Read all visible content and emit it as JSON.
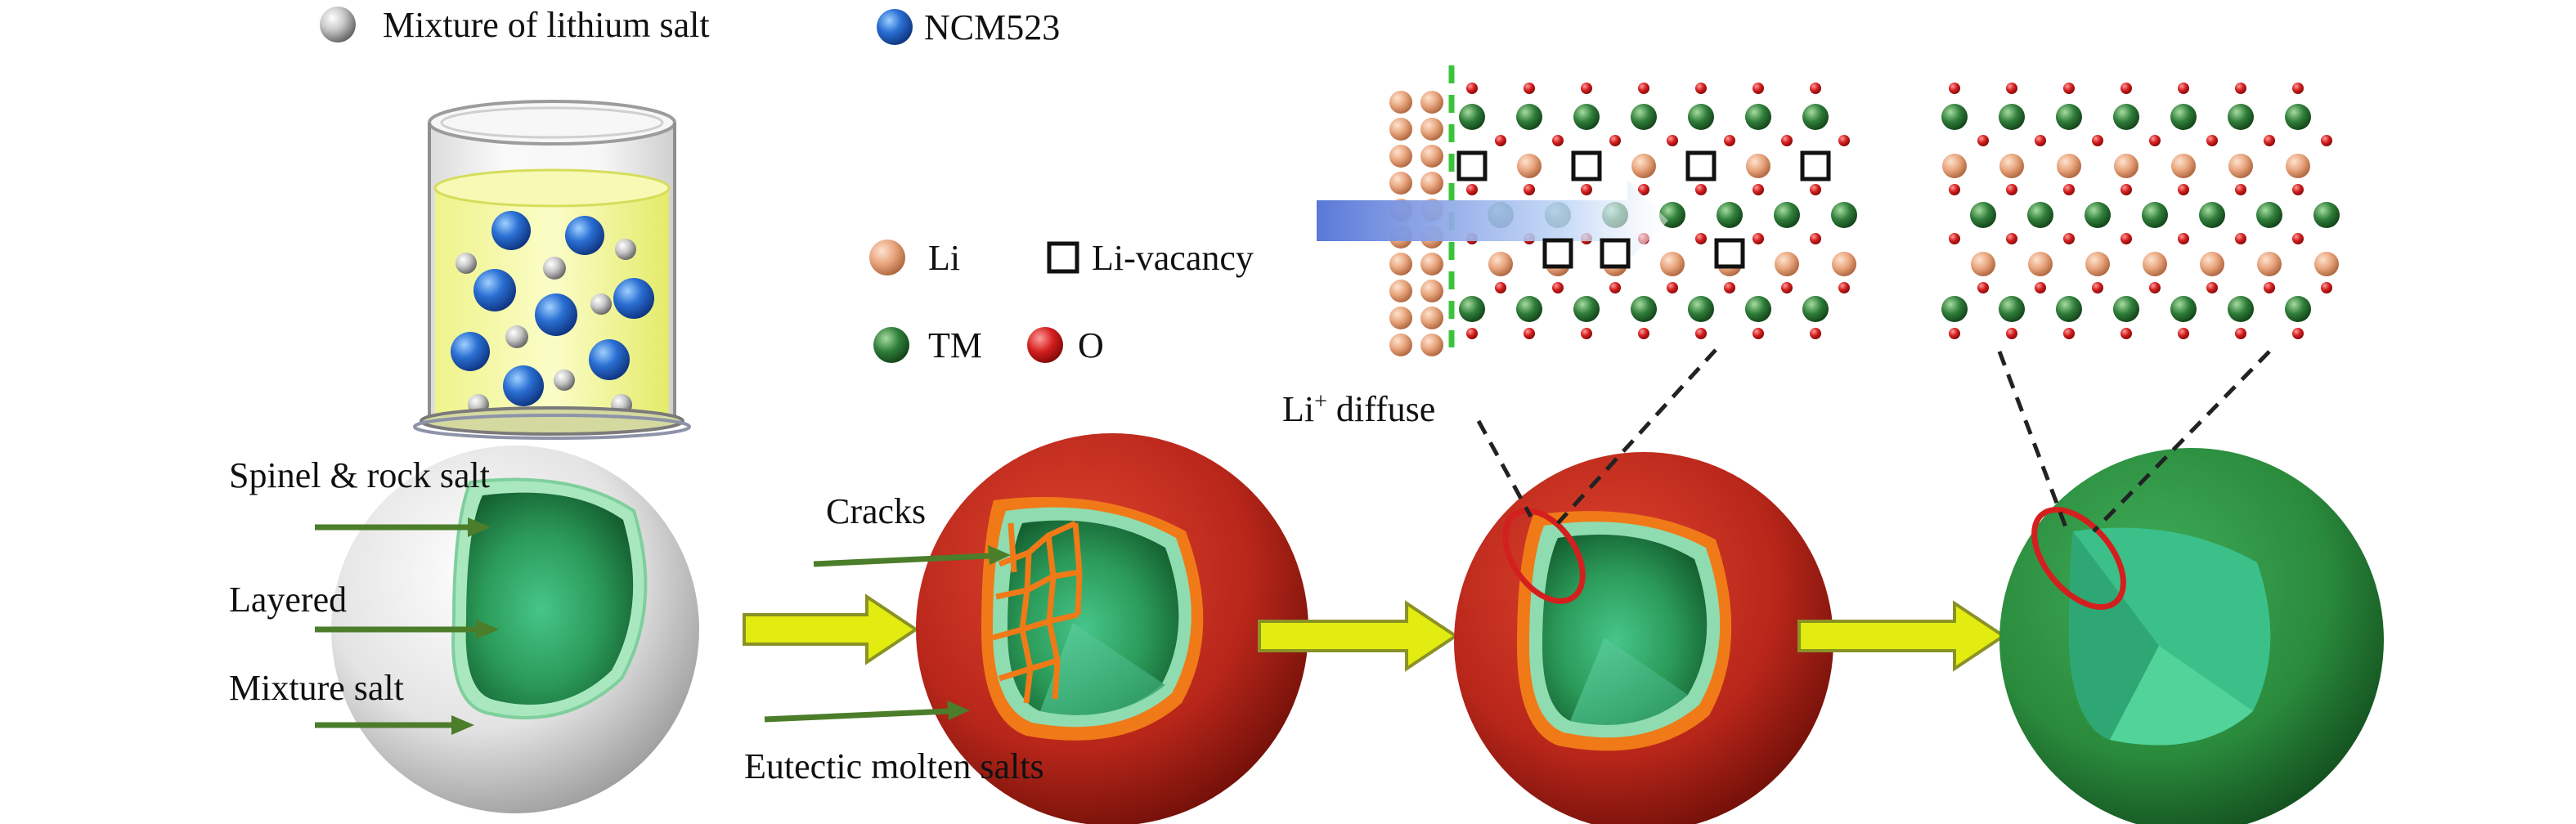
{
  "legend_top": {
    "mixture": "Mixture of lithium salt",
    "ncm": "NCM523"
  },
  "legend_atoms": {
    "li": "Li",
    "vacancy": "Li-vacancy",
    "tm": "TM",
    "o": "O"
  },
  "labels": {
    "spinel": "Spinel & rock salt",
    "layered": "Layered",
    "mixture_salt": "Mixture salt",
    "cracks": "Cracks",
    "eutectic": "Eutectic molten salts",
    "li_diffuse_base": "Li",
    "li_diffuse_sup": "+",
    "li_diffuse_rest": " diffuse"
  },
  "colors": {
    "li_atom": "#e8a47c",
    "tm_atom": "#2f7d3a",
    "o_atom": "#d41f1f",
    "ncm": "#1f5fc4",
    "salt": "#b5b5b5",
    "arrow_fill": "#e2ec10",
    "arrow_green": "#4b7d2a",
    "molten": "#c22a1a",
    "crack": "#f07a18",
    "core": "#34a56a"
  }
}
